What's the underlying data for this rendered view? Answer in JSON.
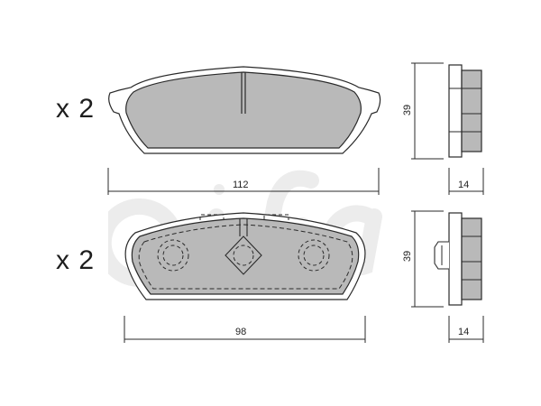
{
  "brand": {
    "watermark_text": "cifam"
  },
  "pads": [
    {
      "id": "top",
      "quantity_label": "x 2",
      "width_dimension": "112",
      "height_dimension": "39",
      "thickness_dimension": "14"
    },
    {
      "id": "bottom",
      "quantity_label": "x 2",
      "width_dimension": "98",
      "height_dimension": "39",
      "thickness_dimension": "14"
    }
  ],
  "colors": {
    "pad_fill": "#b9b9b9",
    "outline": "#2a2a2a",
    "backplate": "#ffffff",
    "watermark": "#ececec"
  }
}
